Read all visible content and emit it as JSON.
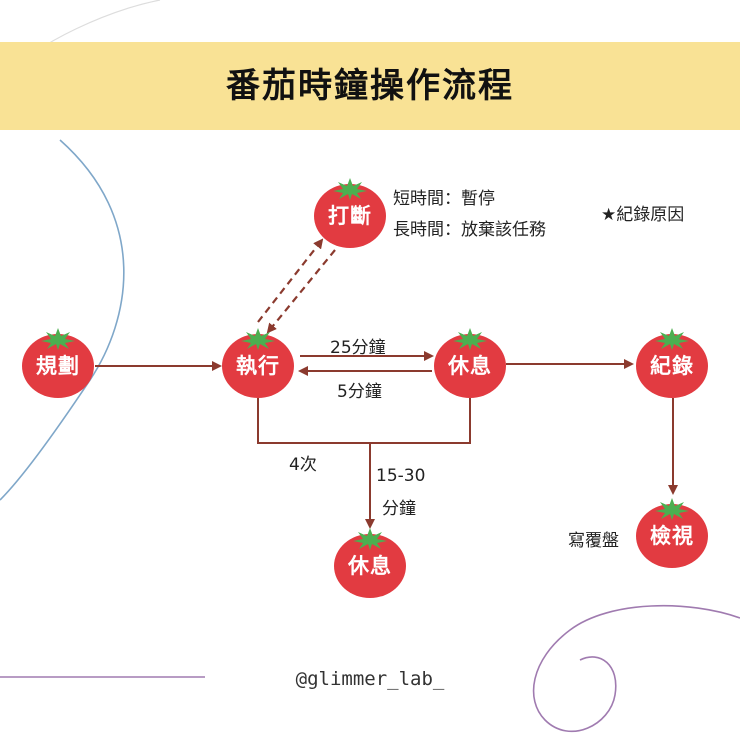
{
  "title": "番茄時鐘操作流程",
  "nodes": {
    "plan": "規劃",
    "execute": "執行",
    "interrupt": "打斷",
    "rest": "休息",
    "record": "紀錄",
    "review": "檢視",
    "long_rest": "休息"
  },
  "labels": {
    "to_rest": "25分鐘",
    "back_to_execute": "5分鐘",
    "cycles": "4次",
    "long_rest_time_1": "15-30",
    "long_rest_time_2": "分鐘",
    "short_interrupt": "短時間：暫停",
    "long_interrupt": "長時間：放棄該任務",
    "record_reason": "★紀錄原因",
    "write_review": "寫覆盤"
  },
  "footer": "@glimmer_lab_",
  "colors": {
    "title_band": "#f9e295",
    "tomato": "#e23b41",
    "leaf": "#4caf50",
    "arrow": "#8b3a2e",
    "deco_blue": "#7fa7c9",
    "deco_purple": "#a07bb0"
  }
}
